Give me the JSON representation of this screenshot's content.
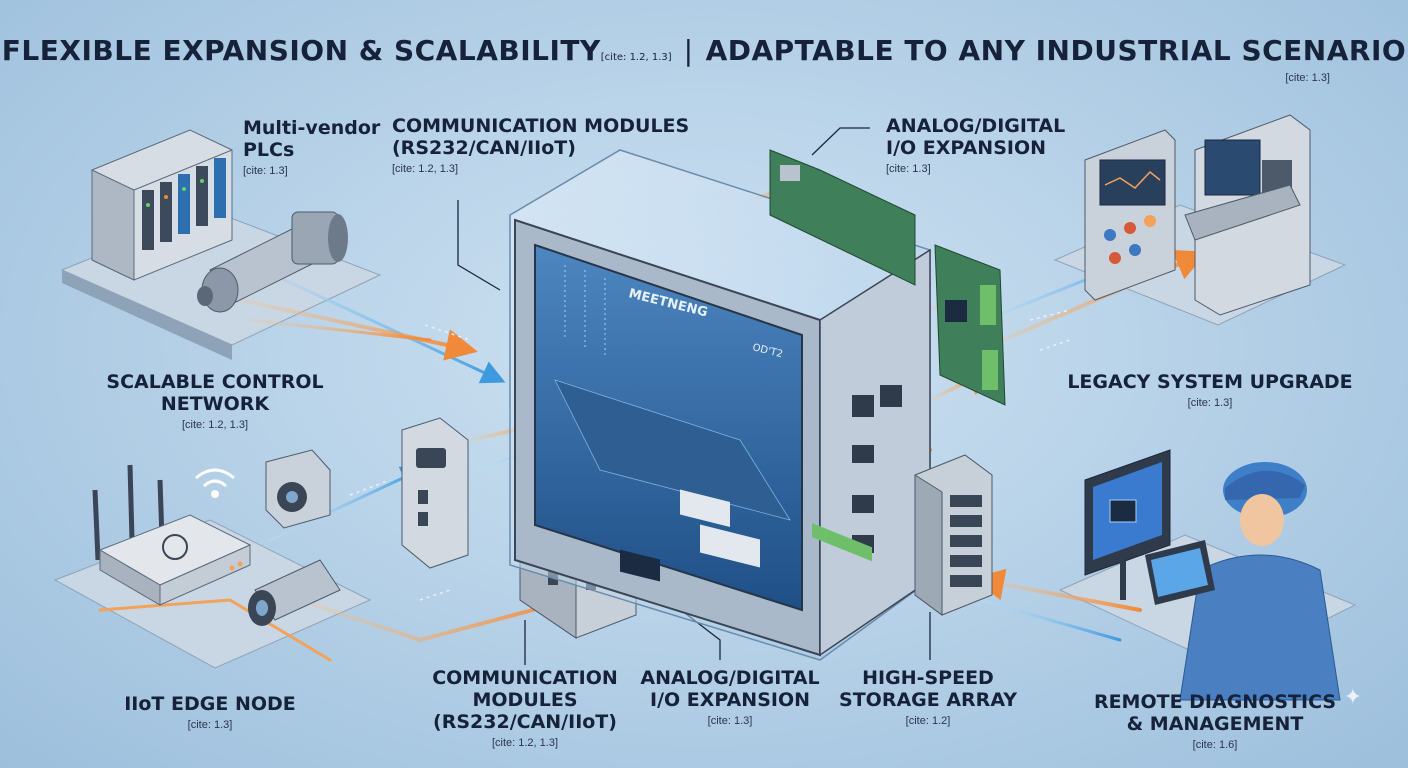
{
  "title": {
    "left": "FLEXIBLE EXPANSION & SCALABILITY",
    "left_cite": "[cite: 1.2, 1.3]",
    "separator": "|",
    "right": "ADAPTABLE TO ANY INDUSTRIAL SCENARIO",
    "right_cite": "[cite: 1.3]"
  },
  "device": {
    "brand": "MEETNENG",
    "screen_text": "OD'T2"
  },
  "labels": {
    "plcs": {
      "line1": "Multi-vendor",
      "line2": "PLCs",
      "cite": "[cite: 1.3]"
    },
    "comm_top": {
      "line1": "COMMUNICATION MODULES",
      "line2": "(RS232/CAN/IIoT)",
      "cite": "[cite: 1.2, 1.3]"
    },
    "io_top": {
      "line1": "ANALOG/DIGITAL",
      "line2": "I/O EXPANSION",
      "cite": "[cite: 1.3]"
    },
    "legacy": {
      "line1": "LEGACY SYSTEM UPGRADE",
      "cite": "[cite: 1.3]"
    },
    "network": {
      "line1": "SCALABLE CONTROL NETWORK",
      "cite": "[cite: 1.2, 1.3]"
    },
    "iiot": {
      "line1": "IIoT EDGE NODE",
      "cite": "[cite: 1.3]"
    },
    "comm_bottom": {
      "line1": "COMMUNICATION",
      "line2": "MODULES",
      "line3": "(RS232/CAN/IIoT)",
      "cite": "[cite: 1.2, 1.3]"
    },
    "io_bottom": {
      "line1": "ANALOG/DIGITAL",
      "line2": "I/O EXPANSION",
      "cite": "[cite: 1.3]"
    },
    "storage": {
      "line1": "HIGH-SPEED",
      "line2": "STORAGE ARRAY",
      "cite": "[cite: 1.2]"
    },
    "remote": {
      "line1": "REMOTE DIAGNOSTICS",
      "line2": "& MANAGEMENT",
      "cite": "[cite: 1.6]"
    }
  },
  "icons": [
    "plc-rack-icon",
    "servo-motor-icon",
    "edge-router-icon",
    "wifi-icon",
    "camera-icon",
    "io-module-icon",
    "storage-array-icon",
    "control-cabinet-icon",
    "operator-icon",
    "sparkle-icon"
  ],
  "colors": {
    "background": "#b3cfe6",
    "blue_flow": "#4aa8e8",
    "orange_flow": "#f2a25a",
    "text": "#16213a"
  }
}
